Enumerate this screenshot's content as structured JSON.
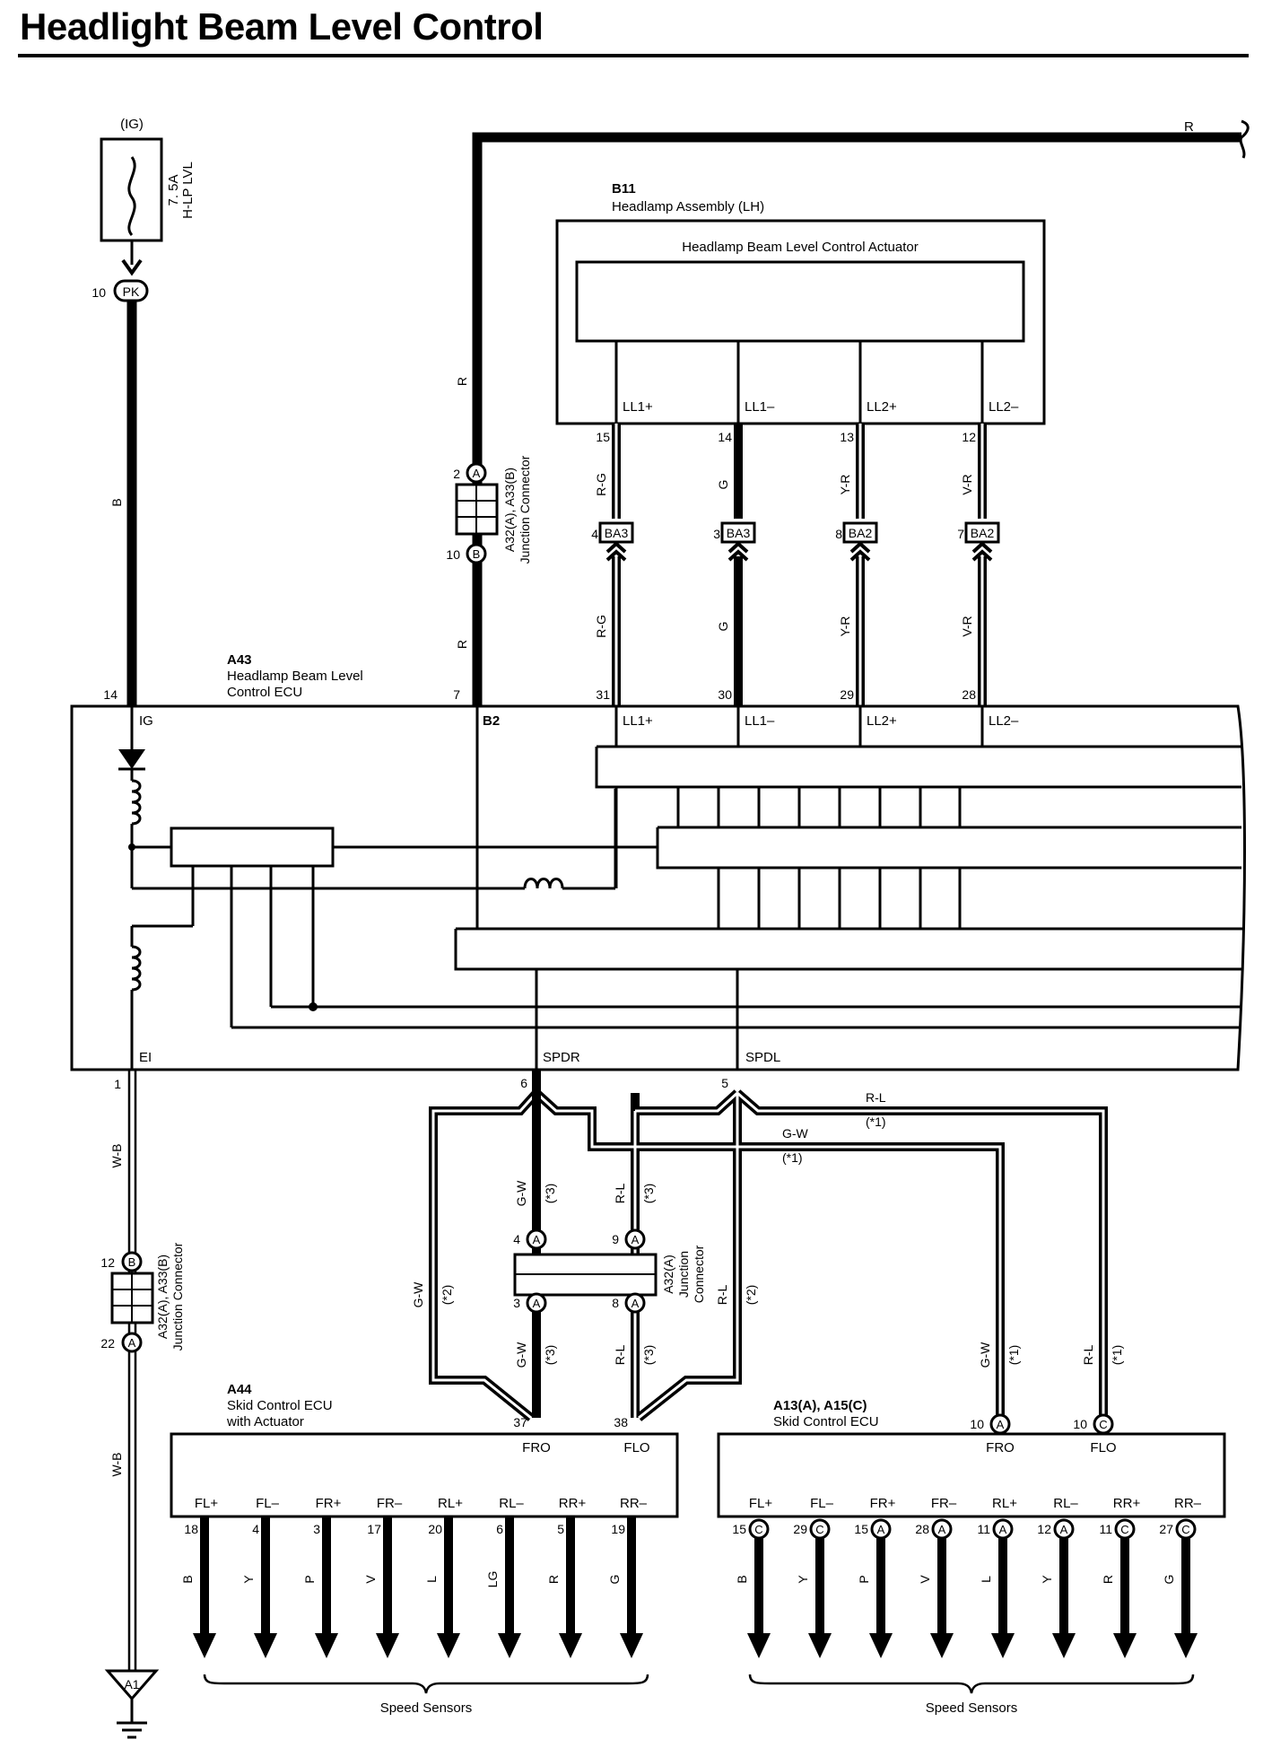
{
  "title": "Headlight Beam Level Control",
  "fuse": {
    "source": "(IG)",
    "rating": "7. 5A",
    "name": "H-LP LVL",
    "terminal": "10",
    "connector": "PK",
    "wire": "B"
  },
  "power_wire": "R",
  "junction_top": {
    "name": "A32(A), A33(B)",
    "desc": "Junction Connector",
    "pin_a": "2",
    "pin_a_label": "A",
    "pin_b": "10",
    "pin_b_label": "B",
    "wire_up": "R",
    "wire_down": "R"
  },
  "junction_bottom": {
    "name": "A32(A), A33(B)",
    "desc": "Junction Connector",
    "pin_a": "12",
    "pin_a_label": "B",
    "pin_b": "22",
    "pin_b_label": "A",
    "wire": "W-B"
  },
  "junction_mid": {
    "name": "A32(A)",
    "desc": "Junction",
    "desc2": "Connector",
    "pins": [
      {
        "num": "4",
        "label": "A"
      },
      {
        "num": "9",
        "label": "A"
      },
      {
        "num": "3",
        "label": "A"
      },
      {
        "num": "8",
        "label": "A"
      }
    ]
  },
  "headlamp": {
    "code": "B11",
    "name": "Headlamp Assembly (LH)",
    "actuator": "Headlamp Beam Level Control Actuator",
    "terminals": [
      {
        "name": "LL1+",
        "pin": "15",
        "wire": "R-G",
        "conn_pin": "4",
        "conn": "BA3",
        "ecu_pin": "31"
      },
      {
        "name": "LL1–",
        "pin": "14",
        "wire": "G",
        "conn_pin": "3",
        "conn": "BA3",
        "ecu_pin": "30"
      },
      {
        "name": "LL2+",
        "pin": "13",
        "wire": "Y-R",
        "conn_pin": "8",
        "conn": "BA2",
        "ecu_pin": "29"
      },
      {
        "name": "LL2–",
        "pin": "12",
        "wire": "V-R",
        "conn_pin": "7",
        "conn": "BA2",
        "ecu_pin": "28"
      }
    ]
  },
  "ecu": {
    "code": "A43",
    "name": "Headlamp Beam Level",
    "name2": "Control ECU",
    "ig_pin": "14",
    "ig": "IG",
    "b2_pin": "7",
    "b2": "B2",
    "ei": "EI",
    "ei_pin": "1",
    "spdr": "SPDR",
    "spdr_pin": "6",
    "spdl": "SPDL",
    "spdl_pin": "5"
  },
  "speed_wires": {
    "gw": "G-W",
    "rl": "R-L",
    "n1": "(*1)",
    "n2": "(*2)",
    "n3": "(*3)"
  },
  "skid_a44": {
    "code": "A44",
    "name": "Skid Control ECU",
    "name2": "with Actuator",
    "fro_pin": "37",
    "flo_pin": "38",
    "fro": "FRO",
    "flo": "FLO",
    "terminals": [
      {
        "name": "FL+",
        "pin": "18",
        "wire": "B"
      },
      {
        "name": "FL–",
        "pin": "4",
        "wire": "Y"
      },
      {
        "name": "FR+",
        "pin": "3",
        "wire": "P"
      },
      {
        "name": "FR–",
        "pin": "17",
        "wire": "V"
      },
      {
        "name": "RL+",
        "pin": "20",
        "wire": "L"
      },
      {
        "name": "RL–",
        "pin": "6",
        "wire": "LG"
      },
      {
        "name": "RR+",
        "pin": "5",
        "wire": "R"
      },
      {
        "name": "RR–",
        "pin": "19",
        "wire": "G"
      }
    ],
    "sensors": "Speed Sensors"
  },
  "skid_a13": {
    "code": "A13(A), A15(C)",
    "name": "Skid Control ECU",
    "fro_pin": "10",
    "fro_conn": "A",
    "flo_pin": "10",
    "flo_conn": "C",
    "fro": "FRO",
    "flo": "FLO",
    "terminals": [
      {
        "name": "FL+",
        "pin": "15",
        "conn": "C",
        "wire": "B"
      },
      {
        "name": "FL–",
        "pin": "29",
        "conn": "C",
        "wire": "Y"
      },
      {
        "name": "FR+",
        "pin": "15",
        "conn": "A",
        "wire": "P"
      },
      {
        "name": "FR–",
        "pin": "28",
        "conn": "A",
        "wire": "V"
      },
      {
        "name": "RL+",
        "pin": "11",
        "conn": "A",
        "wire": "L"
      },
      {
        "name": "RL–",
        "pin": "12",
        "conn": "A",
        "wire": "Y"
      },
      {
        "name": "RR+",
        "pin": "11",
        "conn": "C",
        "wire": "R"
      },
      {
        "name": "RR–",
        "pin": "27",
        "conn": "C",
        "wire": "G"
      }
    ],
    "sensors": "Speed Sensors"
  },
  "ground": "A1"
}
